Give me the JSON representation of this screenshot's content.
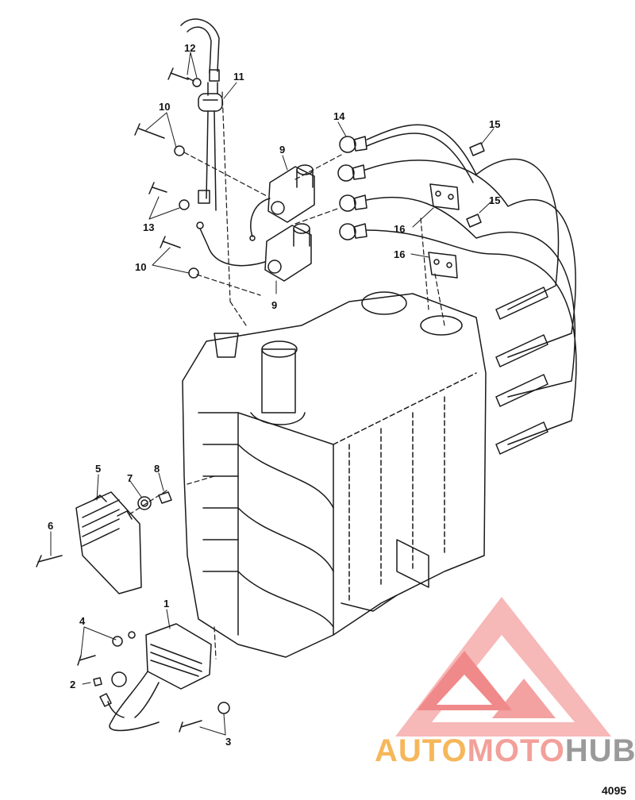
{
  "callouts": {
    "c1": "1",
    "c2": "2",
    "c3": "3",
    "c4": "4",
    "c5": "5",
    "c6": "6",
    "c7": "7",
    "c8": "8",
    "c9a": "9",
    "c9b": "9",
    "c10a": "10",
    "c10b": "10",
    "c11": "11",
    "c12": "12",
    "c13": "13",
    "c14": "14",
    "c15a": "15",
    "c15b": "15",
    "c16a": "16",
    "c16b": "16"
  },
  "watermark": {
    "part1": "AUTO",
    "part2": "MOTO",
    "part3": "HUB"
  },
  "colors": {
    "line": "#1a1a1a",
    "logo_light": "#f7b8b8",
    "logo_dark": "#f08a8a",
    "wm_orange": "#f6b75a",
    "wm_red": "#f3a09a",
    "wm_gray": "#9a9a9a"
  },
  "figure_number": "4095"
}
